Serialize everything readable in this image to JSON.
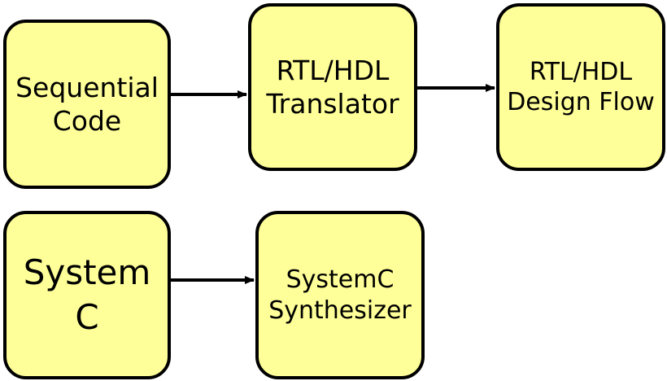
{
  "nodes": {
    "sequential_code": {
      "line1": "Sequential",
      "line2": "Code"
    },
    "rtl_translator": {
      "line1": "RTL/HDL",
      "line2": "Translator"
    },
    "rtl_design_flow": {
      "line1": "RTL/HDL",
      "line2": "Design Flow"
    },
    "system_c": {
      "line1": "System",
      "line2": "C"
    },
    "systemc_synthesizer": {
      "line1": "SystemC",
      "line2": "Synthesizer"
    }
  },
  "colors": {
    "node_fill": "#ffff99",
    "stroke": "#000000"
  }
}
